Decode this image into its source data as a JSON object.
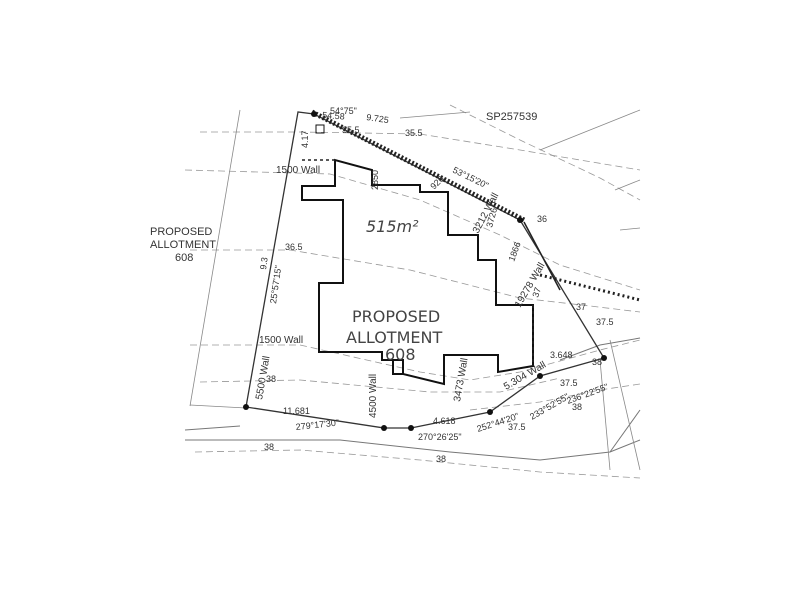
{
  "plan": {
    "survey_plan_ref": "SP257539",
    "neighbour_allotment": {
      "line1": "PROPOSED",
      "line2": "ALLOTMENT",
      "line3": "608"
    },
    "main_allotment": {
      "line1": "PROPOSED",
      "line2": "ALLOTMENT",
      "line3": "608"
    },
    "area": "515m²",
    "contours": {
      "c355a": "35.5",
      "c355b": "35.5",
      "c36": "36",
      "c365": "36.5",
      "c37": "37",
      "c375a": "37.5",
      "c375b": "37.5",
      "c375c": "37.5",
      "c38a": "38",
      "c38b": "38",
      "c38c": "38",
      "c38d": "38",
      "c38e": "38"
    },
    "wall_labels": {
      "w1500_top": "1500 Wall",
      "w1500_mid": "1500 Wall",
      "w5500": "5500 Wall",
      "w4500": "4500 Wall",
      "w3212": "3212 Wall",
      "w19278": "19278 Wall",
      "w3473": "3473 Wall",
      "w5304": "5.304 Wall"
    },
    "dimensions": {
      "d2850": "2850",
      "d1866": "1866",
      "d3648": "3.648",
      "d11681": "11.681",
      "d4618": "4.618",
      "d9725": "9.725",
      "d417": "4.17",
      "d37": "37",
      "d926": "926",
      "d3726": "3726",
      "d5458": "54.58",
      "d9_3": "9.3"
    },
    "bearings": {
      "b1": "279°17'30\"",
      "b2": "270°26'25\"",
      "b3": "252°44'20\"",
      "b4": "233°52'55\"",
      "b5": "236°22'55\"",
      "b6": "25°57'15\"",
      "b7": "53°15'20\"",
      "b8": "54°75\""
    }
  }
}
